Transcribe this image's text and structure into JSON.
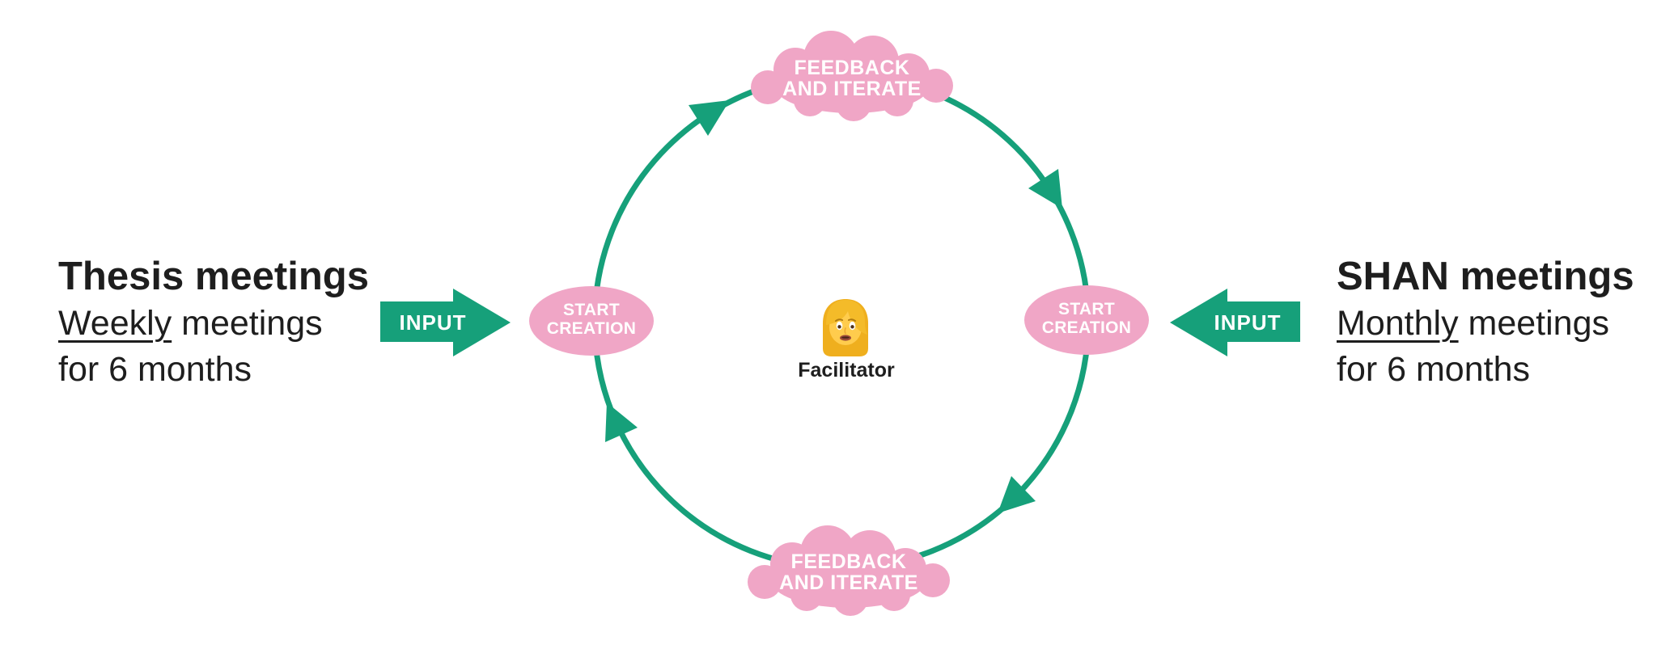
{
  "palette": {
    "green": "#16A07A",
    "pink": "#F0A6C6",
    "text_dark": "#1E1E1E",
    "node_text": "#FFFFFF"
  },
  "left_panel": {
    "title": "Thesis meetings",
    "frequency_word": "Weekly",
    "frequency_rest": " meetings",
    "duration_line": "for 6 months"
  },
  "right_panel": {
    "title": "SHAN meetings",
    "frequency_word": "Monthly",
    "frequency_rest": " meetings",
    "duration_line": "for 6 months"
  },
  "input_arrows": {
    "left_label": "INPUT",
    "right_label": "INPUT"
  },
  "cycle": {
    "top_cloud": {
      "line1": "FEEDBACK",
      "line2": "AND ITERATE"
    },
    "bottom_cloud": {
      "line1": "FEEDBACK",
      "line2": "AND ITERATE"
    },
    "left_node": {
      "line1": "START",
      "line2": "CREATION"
    },
    "right_node": {
      "line1": "START",
      "line2": "CREATION"
    },
    "center_icon": "woman-emoji",
    "center_label": "Facilitator"
  }
}
